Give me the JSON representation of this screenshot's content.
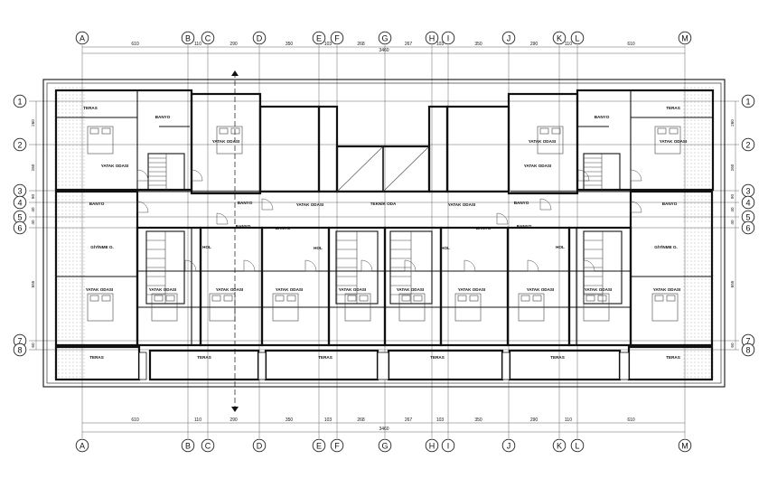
{
  "grid": {
    "columns": [
      "A",
      "B",
      "C",
      "D",
      "E",
      "F",
      "G",
      "H",
      "I",
      "J",
      "K",
      "L",
      "M"
    ],
    "rows": [
      "1",
      "2",
      "3",
      "4",
      "5",
      "6",
      "7",
      "8"
    ]
  },
  "dimensions": {
    "top_segments": [
      "610",
      "110",
      "290",
      "350",
      "103",
      "268",
      "267",
      "103",
      "350",
      "290",
      "110",
      "610"
    ],
    "bottom_segments": [
      "610",
      "110",
      "290",
      "350",
      "103",
      "268",
      "267",
      "103",
      "350",
      "290",
      "110",
      "610"
    ],
    "top_total": "3460",
    "bottom_total": "3460",
    "left_segments": [
      "260",
      "260",
      "90",
      "40",
      "40",
      "655",
      "60"
    ],
    "right_segments": [
      "260",
      "260",
      "90",
      "40",
      "40",
      "655",
      "60"
    ]
  },
  "rooms": {
    "teras": "TERAS",
    "banyo": "BANYO",
    "yatak_odasi": "YATAK ODASI",
    "giyinme": "GİYİNME O.",
    "hol": "HOL",
    "teknik_oda": "TEKNİK ODA"
  }
}
